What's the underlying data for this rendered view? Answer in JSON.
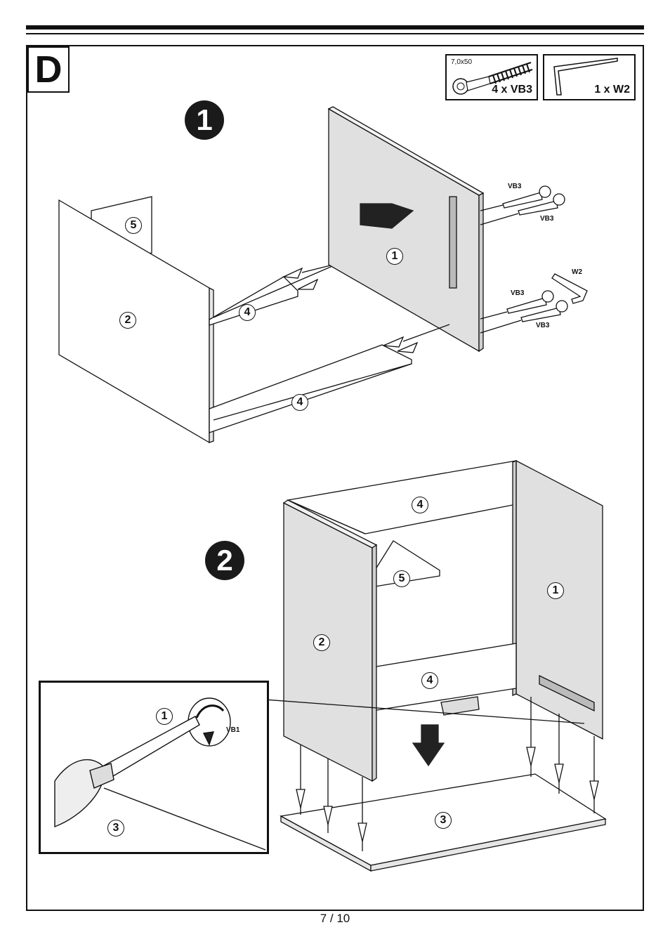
{
  "section": {
    "letter": "D"
  },
  "steps": [
    {
      "number": "1"
    },
    {
      "number": "2"
    }
  ],
  "parts": [
    {
      "size": "7,0x50",
      "qty_label": "4 x VB3",
      "icon": "cam-bolt-icon"
    },
    {
      "qty_label": "1 x W2",
      "icon": "allen-key-icon"
    }
  ],
  "step1": {
    "callouts": {
      "panel_1": "1",
      "panel_2": "2",
      "panel_5": "5",
      "shelf_upper": "4",
      "shelf_lower": "4"
    },
    "labels": {
      "vb3_a": "VB3",
      "vb3_b": "VB3",
      "vb3_c": "VB3",
      "vb3_d": "VB3",
      "w2": "W2"
    }
  },
  "step2": {
    "callouts": {
      "top_rail": "4",
      "shelf": "5",
      "panel_1": "1",
      "panel_2": "2",
      "lower_rail": "4",
      "base": "3"
    }
  },
  "detail": {
    "callouts": {
      "part_1": "1",
      "part_3": "3"
    },
    "label_vb1": "VB1"
  },
  "footer": {
    "page": "7 / 10"
  }
}
